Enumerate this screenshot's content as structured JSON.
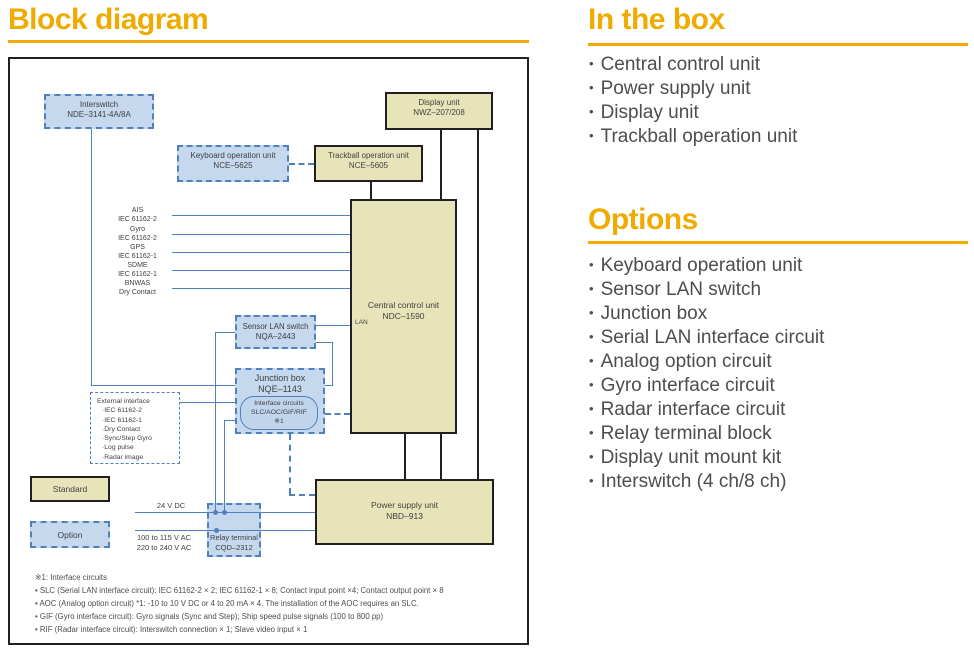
{
  "colors": {
    "accent_orange": "#efab00",
    "body_text": "#4d4d4f",
    "standard_box_fill": "#e8e4ba",
    "option_box_fill": "#c5d8ee",
    "blue_line": "#4f81bd",
    "black_line": "#231f20"
  },
  "titles": {
    "block_diagram": "Block diagram",
    "in_the_box": "In the box",
    "options": "Options"
  },
  "in_the_box": [
    "Central control unit",
    "Power supply unit",
    "Display unit",
    "Trackball operation unit"
  ],
  "options": [
    "Keyboard operation unit",
    "Sensor LAN switch",
    "Junction box",
    "Serial LAN interface circuit",
    "Analog option circuit",
    "Gyro interface circuit",
    "Radar interface circuit",
    "Relay terminal block",
    "Display unit mount kit",
    "Interswitch (4 ch/8 ch)"
  ],
  "diagram": {
    "boxes": {
      "interswitch": {
        "line1": "Interswitch",
        "line2": "NDE–3141-4A/8A"
      },
      "keyboard": {
        "line1": "Keyboard operation unit",
        "line2": "NCE–5625"
      },
      "trackball": {
        "line1": "Trackball operation unit",
        "line2": "NCE–5605"
      },
      "display": {
        "line1": "Display unit",
        "line2": "NWZ–207/208"
      },
      "ccu": {
        "line1": "Central control unit",
        "line2": "NDC–1590"
      },
      "sensor_lan": {
        "line1": "Sensor LAN switch",
        "line2": "NQA–2443"
      },
      "junction": {
        "line1": "Junction box",
        "line2": "NQE–1143"
      },
      "interface_circuits": {
        "line1": "Interface circuits",
        "line2": "SLC/AOC/GIF/RIF",
        "line3": "※1"
      },
      "relay": {
        "line1": "Relay terminal",
        "line2": "CQD–2312"
      },
      "psu": {
        "line1": "Power supply unit",
        "line2": "NBD–913"
      }
    },
    "signals": [
      {
        "sys": "AIS",
        "std": "IEC 61162-2"
      },
      {
        "sys": "Gyro",
        "std": "IEC 61162-2"
      },
      {
        "sys": "GPS",
        "std": "IEC 61162-1"
      },
      {
        "sys": "SDME",
        "std": "IEC 61162-1"
      },
      {
        "sys": "BNWAS",
        "std": "Dry Contact"
      }
    ],
    "external_interface": {
      "title": "External interface",
      "items": [
        "IEC 61162-2",
        "IEC 61162-1",
        "Dry Contact",
        "Sync/Step Gyro",
        "Log pulse",
        "Radar image"
      ]
    },
    "labels": {
      "lan": "LAN",
      "dc": "24 V DC",
      "ac1": "100 to 115 V AC",
      "ac2": "220 to 240 V AC"
    },
    "legend": {
      "standard": "Standard",
      "option": "Option"
    },
    "footnotes": [
      "※1: Interface circuits",
      "• SLC (Serial LAN interface circuit): IEC 61162-2 × 2; IEC 61162-1 × 8; Contact input point ×4; Contact output point × 8",
      "• AOC (Analog option circuit) *1: -10 to 10 V DC or 4 to 20 mA × 4. The installation of the AOC requires an SLC.",
      "• GIF (Gyro interface circuit): Gyro signals (Sync and Step); Ship speed pulse signals (100 to 800 pp)",
      "• RIF (Radar interface circuit): Interswitch connection × 1; Slave video input × 1"
    ]
  }
}
